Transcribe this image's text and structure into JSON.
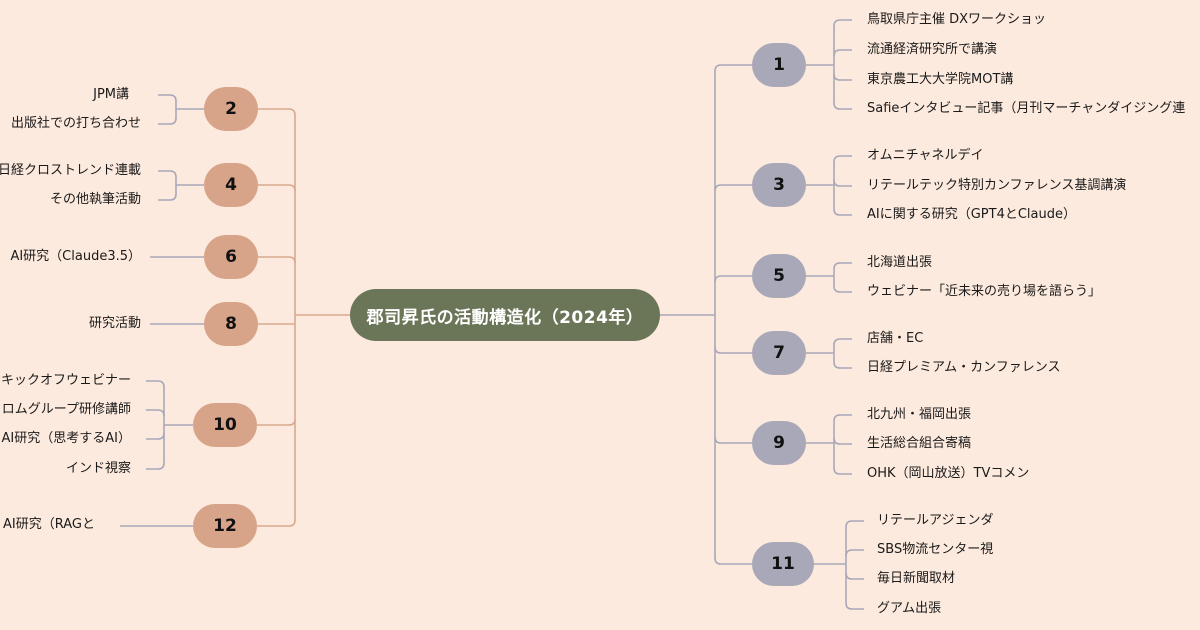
{
  "root": {
    "label": "郡司昇氏の活動構造化（2024年）"
  },
  "left_branches": [
    {
      "num": "2",
      "items": [
        "JPM講",
        "出版社での打ち合わせ"
      ]
    },
    {
      "num": "4",
      "items": [
        "日経クロストレンド連載",
        "その他執筆活動"
      ]
    },
    {
      "num": "6",
      "items": [
        "AI研究（Claude3.5）"
      ]
    },
    {
      "num": "8",
      "items": [
        "研究活動"
      ]
    },
    {
      "num": "10",
      "items": [
        "キックオフウェビナー",
        "ロムグループ研修講師",
        "AI研究（思考するAI）",
        "インド視察"
      ]
    },
    {
      "num": "12",
      "items": [
        "AI研究（RAGと"
      ]
    }
  ],
  "right_branches": [
    {
      "num": "1",
      "items": [
        "鳥取県庁主催 DXワークショッ",
        "流通経済研究所で講演",
        "東京農工大大学院MOT講",
        "Safieインタビュー記事（月刊マーチャンダイジング連"
      ]
    },
    {
      "num": "3",
      "items": [
        "オムニチャネルデイ",
        "リテールテック特別カンファレンス基調講演",
        "AIに関する研究（GPT4とClaude）"
      ]
    },
    {
      "num": "5",
      "items": [
        "北海道出張",
        "ウェビナー「近未来の売り場を語らう」"
      ]
    },
    {
      "num": "7",
      "items": [
        "店舗・EC",
        "日経プレミアム・カンファレンス"
      ]
    },
    {
      "num": "9",
      "items": [
        "北九州・福岡出張",
        "生活総合組合寄稿",
        "OHK（岡山放送）TVコメン"
      ]
    },
    {
      "num": "11",
      "items": [
        "リテールアジェンダ",
        "SBS物流センター視",
        "毎日新聞取材",
        "グアム出張"
      ]
    }
  ],
  "colors": {
    "background": "#fdeade",
    "root": "#6b7659",
    "left_node": "#d7a489",
    "right_node": "#a9a8b8",
    "left_line": "#d9a98e",
    "right_line": "#a9a8b8"
  }
}
